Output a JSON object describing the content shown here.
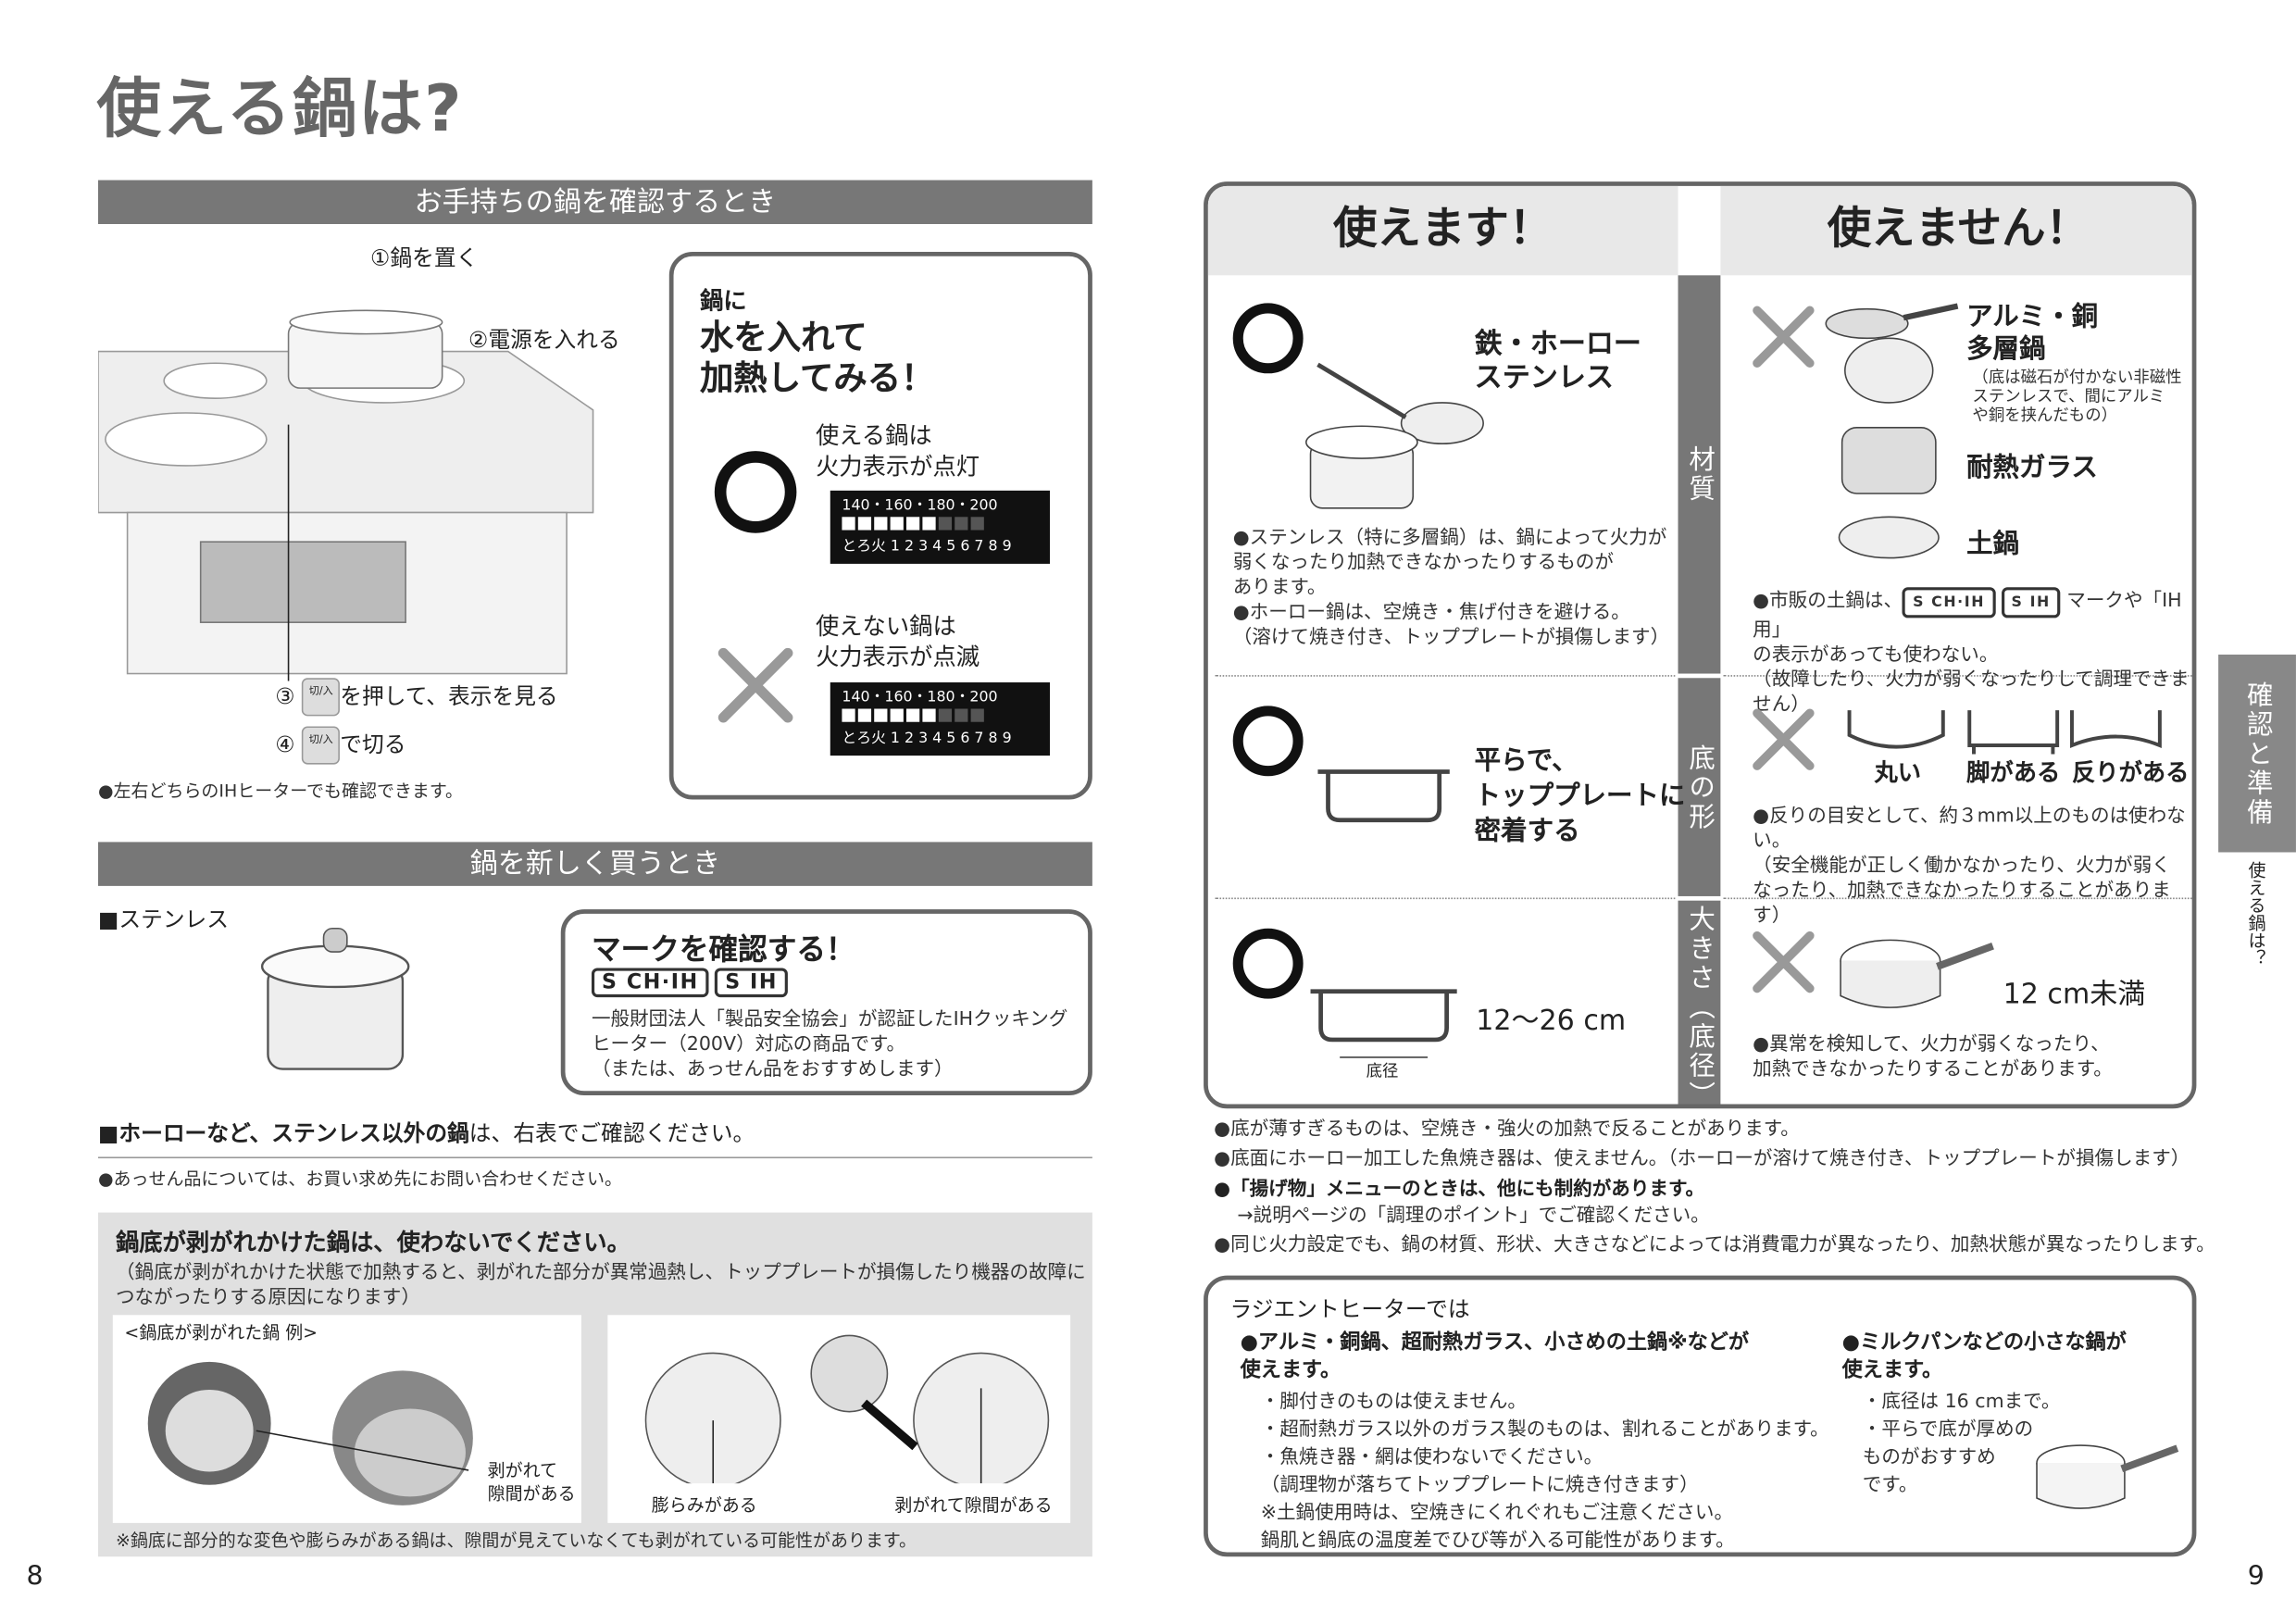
{
  "title": "使える鍋は?",
  "left": {
    "section1": "お手持ちの鍋を確認するとき",
    "step1": "①鍋を置く",
    "step2": "②電源を入れる",
    "step3_num": "③",
    "step3": "を押して、表示を見る",
    "step4_num": "④",
    "step4": "で切る",
    "button_icon_label": "切/入",
    "note1": "●左右どちらのIHヒーターでも確認できます。",
    "callout": {
      "lead": "鍋に",
      "headline": "水を入れて\n加熱してみる！",
      "ok_text": "使える鍋は\n火力表示が点灯",
      "ng_text": "使えない鍋は\n火力表示が点滅",
      "temps": "140・160・180・200",
      "levels": "とろ火 1 2 3 4 5 6 7 8 9"
    },
    "section2": "鍋を新しく買うとき",
    "stainless": "■ステンレス",
    "markbox": {
      "title": "マークを確認する！",
      "mark1": "S CH·IH",
      "mark2": "S IH",
      "body": "一般財団法人「製品安全協会」が認証したIHクッキング\nヒーター（200V）対応の商品です。\n（または、あっせん品をおすすめします）"
    },
    "other_bold": "■ホーローなど、ステンレス以外の鍋",
    "other_rest": "は、右表でご確認ください。",
    "note2": "●あっせん品については、お買い求め先にお問い合わせください。",
    "warning": {
      "heading": "鍋底が剥がれかけた鍋は、使わないでください。",
      "body": "（鍋底が剥がれかけた状態で加熱すると、剥がれた部分が異常過熱し、トッププレートが損傷したり機器の故障に\nつながったりする原因になります）",
      "example_label": "<鍋底が剥がれた鍋 例>",
      "gap_label": "剥がれて\n隙間がある",
      "bulge_label": "膨らみがある",
      "gap_label2": "剥がれて隙間がある",
      "footnote": "※鍋底に部分的な変色や膨らみがある鍋は、隙間が見えていなくても剥がれている可能性があります。"
    },
    "page_number": "8"
  },
  "right": {
    "ok_header": "使えます！",
    "ng_header": "使えません！",
    "rows": [
      {
        "label": "材質",
        "ok_title": "鉄・ホーロー\nステンレス",
        "ok_notes": "●ステンレス（特に多層鍋）は、鍋によって火力が\n弱くなったり加熱できなかったりするものが\nあります。\n●ホーロー鍋は、空焼き・焦げ付きを避ける。\n（溶けて焼き付き、トッププレートが損傷します）",
        "ng_title1": "アルミ・銅\n多層鍋",
        "ng_sub1": "（底は磁石が付かない非磁性\nステンレスで、間にアルミ\nや銅を挟んだもの）",
        "ng_title2": "耐熱ガラス",
        "ng_title3": "土鍋",
        "ng_note_pre": "●市販の土鍋は、",
        "ng_note_mark1": "S CH·IH",
        "ng_note_mark2": "S IH",
        "ng_note_post": "マークや「IH用」\nの表示があっても使わない。\n（故障したり、火力が弱くなったりして調理できません）"
      },
      {
        "label": "底の形",
        "ok_title": "平らで、\nトッププレートに\n密着する",
        "ng_shapes": [
          "丸い",
          "脚がある",
          "反りがある"
        ],
        "ng_notes": "●反りの目安として、約３mm以上のものは使わない。\n（安全機能が正しく働かなかったり、火力が弱く\nなったり、加熱できなかったりすることがあります）"
      },
      {
        "label": "大きさ（底径）",
        "ok_title": "12～26 cm",
        "ok_sub": "底径",
        "ng_title": "12 cm未満",
        "ng_notes": "●異常を検知して、火力が弱くなったり、\n加熱できなかったりすることがあります。"
      }
    ],
    "notes": [
      "●底が薄すぎるものは、空焼き・強火の加熱で反ることがあります。",
      "●底面にホーロー加工した魚焼き器は、使えません。（ホーローが溶けて焼き付き、トッププレートが損傷します）",
      "●「揚げ物」メニューのときは、他にも制約があります。",
      "→説明ページの「調理のポイント」でご確認ください。",
      "●同じ火力設定でも、鍋の材質、形状、大きさなどによっては消費電力が異なったり、加熱状態が異なったりします。"
    ],
    "radiant": {
      "title": "ラジエントヒーターでは",
      "left_head": "●アルミ・銅鍋、超耐熱ガラス、小さめの土鍋※などが\n使えます。",
      "left_items": "・脚付きのものは使えません。\n・超耐熱ガラス以外のガラス製のものは、割れることがあります。\n・魚焼き器・網は使わないでください。\n（調理物が落ちてトッププレートに焼き付きます）\n※土鍋使用時は、空焼きにくれぐれもご注意ください。\n鍋肌と鍋底の温度差でひび等が入る可能性があります。",
      "right_head": "●ミルクパンなどの小さな鍋が\n使えます。",
      "right_items": "・底径は 16 cmまで。\n・平らで底が厚めの\nものがおすすめ\nです。"
    },
    "side_tab": "確認と準備",
    "side_sub": "使える鍋は？",
    "page_number": "9"
  },
  "colors": {
    "bar": "#777777",
    "border": "#666666",
    "gray_box": "#e0e0e0"
  }
}
